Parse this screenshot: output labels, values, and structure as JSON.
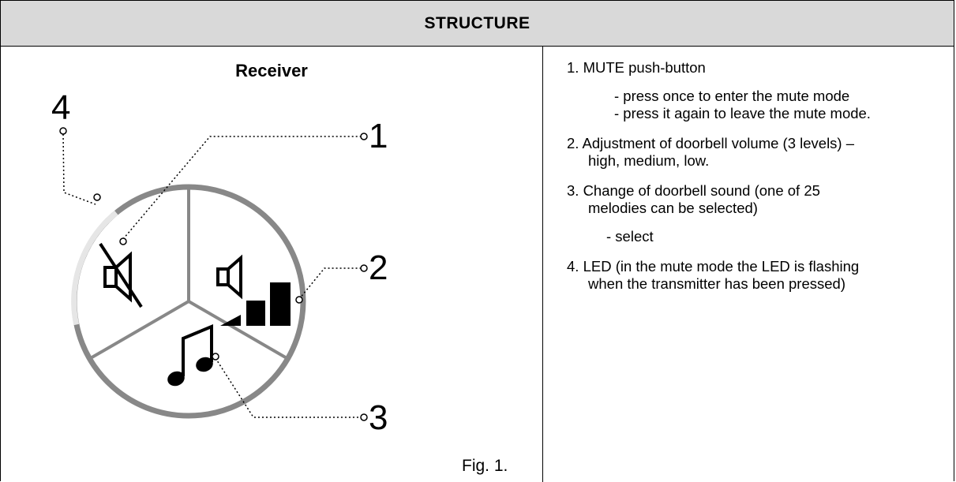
{
  "header": {
    "title": "STRUCTURE"
  },
  "figure": {
    "title": "Receiver",
    "caption": "Fig. 1.",
    "callouts": [
      "1",
      "2",
      "3",
      "4"
    ]
  },
  "list": {
    "item1": {
      "title": "1. MUTE push-button",
      "sub1": "- press once to enter the mute mode",
      "sub2": "- press it again to leave the mute mode."
    },
    "item2": {
      "line1": "2. Adjustment of doorbell volume (3 levels) –",
      "line2": "high, medium, low."
    },
    "item3": {
      "line1": "3. Change of doorbell sound (one of 25",
      "line2": "melodies can be selected)",
      "sub1": "- select"
    },
    "item4": {
      "line1": "4. LED (in the mute mode the LED is flashing",
      "line2": "when the transmitter has been pressed)"
    }
  }
}
